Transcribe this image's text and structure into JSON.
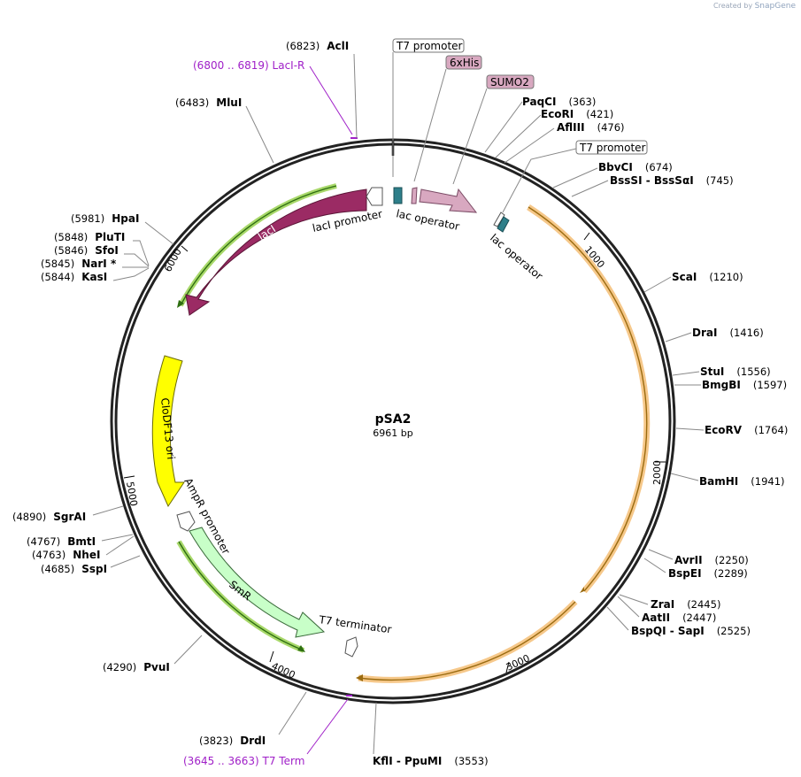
{
  "credit": {
    "prefix": "Created by",
    "brand": "SnapGene"
  },
  "plasmid": {
    "name": "pSA2",
    "length_label": "6961 bp",
    "length": 6961
  },
  "colors": {
    "lacI": "#9b2b64",
    "ori": "#ffff00",
    "SmR": "#c8ffc8",
    "sumo": "#d8a8c0",
    "his": "#d8a8c0",
    "operator": "#2e7f8a",
    "orange_hl": "#f6c88a",
    "green_hl": "#a8d86a",
    "primer": "#a020c8"
  },
  "ticks": [
    "1000",
    "2000",
    "3000",
    "4000",
    "5000",
    "6000"
  ],
  "features": {
    "lacI": "lacI",
    "lacI_promoter": "lacI promoter",
    "lac_operator_1": "lac operator",
    "lac_operator_2": "lac operator",
    "ori": "CloDF13 ori",
    "ampr_promoter": "AmpR promoter",
    "smr": "SmR",
    "t7_terminator": "T7 terminator"
  },
  "boxed": {
    "t7_promoter_1": "T7 promoter",
    "his": "6xHis",
    "sumo": "SUMO2",
    "t7_promoter_2": "T7 promoter"
  },
  "primers": {
    "laci_r": {
      "range": "(6800 .. 6819)",
      "name": "LacI-R"
    },
    "t7_term": {
      "range": "(3645 .. 3663)",
      "name": "T7 Term"
    }
  },
  "sites_left": [
    {
      "pos": "(6823)",
      "name": "AclI"
    },
    {
      "pos": "(6483)",
      "name": "MluI"
    },
    {
      "pos": "(5981)",
      "name": "HpaI"
    },
    {
      "pos": "(5848)",
      "name": "PluTI"
    },
    {
      "pos": "(5846)",
      "name": "SfoI"
    },
    {
      "pos": "(5845)",
      "name": "NarI *"
    },
    {
      "pos": "(5844)",
      "name": "KasI"
    },
    {
      "pos": "(4890)",
      "name": "SgrAI"
    },
    {
      "pos": "(4767)",
      "name": "BmtI"
    },
    {
      "pos": "(4763)",
      "name": "NheI"
    },
    {
      "pos": "(4685)",
      "name": "SspI"
    },
    {
      "pos": "(4290)",
      "name": "PvuI"
    },
    {
      "pos": "(3823)",
      "name": "DrdI"
    }
  ],
  "sites_right": [
    {
      "name": "PaqCI",
      "pos": "(363)"
    },
    {
      "name": "EcoRI",
      "pos": "(421)"
    },
    {
      "name": "AflIII",
      "pos": "(476)"
    },
    {
      "name": "BbvCI",
      "pos": "(674)"
    },
    {
      "name": "BssSI  -  BssSαI",
      "pos": "(745)"
    },
    {
      "name": "ScaI",
      "pos": "(1210)"
    },
    {
      "name": "DraI",
      "pos": "(1416)"
    },
    {
      "name": "StuI",
      "pos": "(1556)"
    },
    {
      "name": "BmgBI",
      "pos": "(1597)"
    },
    {
      "name": "EcoRV",
      "pos": "(1764)"
    },
    {
      "name": "BamHI",
      "pos": "(1941)"
    },
    {
      "name": "AvrII",
      "pos": "(2250)"
    },
    {
      "name": "BspEI",
      "pos": "(2289)"
    },
    {
      "name": "ZraI",
      "pos": "(2445)"
    },
    {
      "name": "AatII",
      "pos": "(2447)"
    },
    {
      "name": "BspQI  -  SapI",
      "pos": "(2525)"
    },
    {
      "name": "KflI  -  PpuMI",
      "pos": "(3553)"
    }
  ]
}
